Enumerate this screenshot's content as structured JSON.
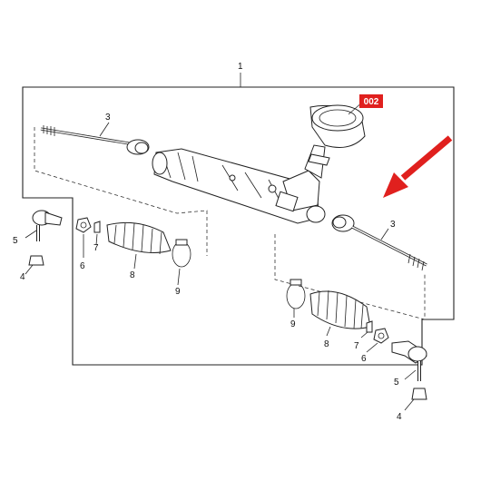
{
  "diagram": {
    "callouts": {
      "assembly": "1",
      "tie_rod_left": "3",
      "tie_rod_right": "3",
      "ball_stud_left": "4",
      "ball_stud_right": "4",
      "tie_rod_end_left": "5",
      "tie_rod_end_right": "5",
      "nut_left": "6",
      "nut_right": "6",
      "clip_left": "7",
      "clip_right": "7",
      "boot_left": "8",
      "boot_right": "8",
      "clamp_left": "9",
      "clamp_right": "9"
    },
    "badge": {
      "label": "002",
      "color": "#e0201e"
    },
    "arrow_color": "#e0201e"
  }
}
